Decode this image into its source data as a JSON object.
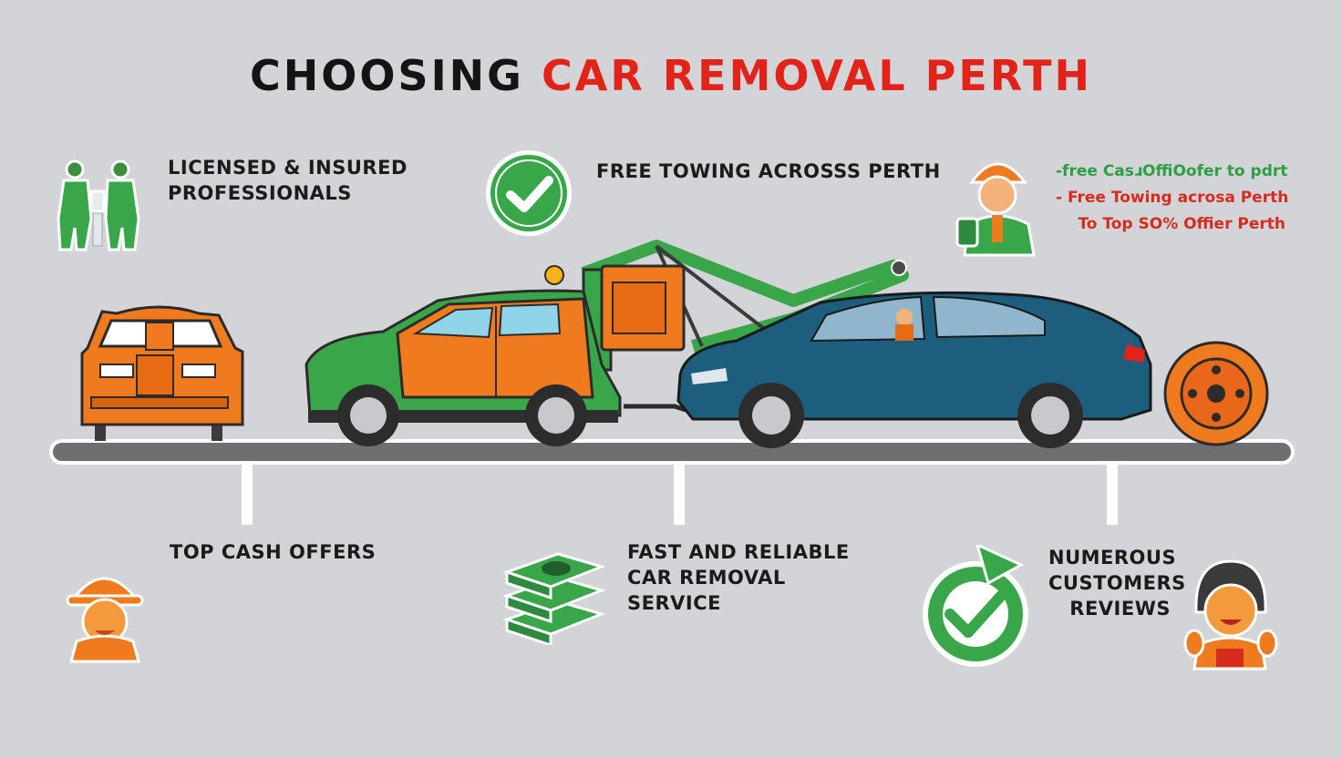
{
  "title": {
    "part1": "CHOOSING",
    "part2": "CAR REMOVAL PERTH",
    "color_main": "#141414",
    "color_accent": "#e2231a"
  },
  "features": {
    "licensed": "LICENSED & INSURED\nPROFESSIONALS",
    "free_towing": "FREE TOWING ACROSSS PERTH",
    "top_cash": "TOP CASH OFFERS",
    "fast_reliable": "FAST AND RELIABLE\nCAR REMOVAL\nSERVICE",
    "reviews": "NUMEROUS\nCUSTOMERS\nREVIEWS"
  },
  "bullets": [
    {
      "text": "-free CasɹOffiOofer to pdrt",
      "color": "#2e9e44"
    },
    {
      "text": "- Free Towing acrosa Perth",
      "color": "#d62b1f"
    },
    {
      "text": "To Top SO% Offier Perth",
      "color": "#d62b1f"
    }
  ],
  "icons": [
    "workers-icon",
    "checkmark-icon",
    "mechanic-icon",
    "orange-car-icon",
    "tow-truck-icon",
    "blue-car-icon",
    "wheel-icon",
    "worker-helmet-icon",
    "cash-stack-icon",
    "refresh-check-icon",
    "customer-icon"
  ],
  "colors": {
    "green": "#3aa64a",
    "orange": "#f07a1e",
    "blue": "#1d5e7e",
    "road": "#6f6f71",
    "background": "#d3d4d7"
  }
}
